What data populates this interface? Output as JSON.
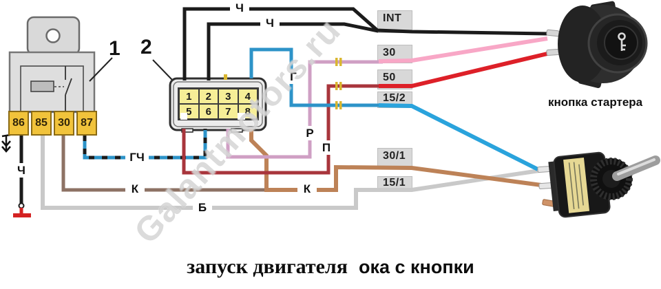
{
  "caption": {
    "part1": "запуск двигателя",
    "part2": "ока с кнопки"
  },
  "watermark": "Galantmotors.ru",
  "relay": {
    "index_label": "1",
    "pins": [
      "86",
      "85",
      "30",
      "87"
    ]
  },
  "connector": {
    "index_label": "2",
    "pins": [
      "1",
      "2",
      "3",
      "4",
      "5",
      "6",
      "7",
      "8"
    ]
  },
  "terminals": {
    "int": "INT",
    "t30": "30",
    "t50": "50",
    "t15_2": "15/2",
    "t30_1": "30/1",
    "t15_1": "15/1"
  },
  "wire_labels": {
    "black": "Ч",
    "blue_black": "ГЧ",
    "brown": "К",
    "white": "Б",
    "blue": "Г",
    "pink": "Р",
    "red": "П"
  },
  "devices": {
    "starter_button": "кнопка стартера"
  },
  "colors": {
    "black": "#1b1b1b",
    "blue": "#2d93c8",
    "light_blue": "#2aa3dc",
    "pink_pale": "#cf9fc4",
    "pink": "#f8a7c6",
    "maroon": "#a8353c",
    "red": "#dd2028",
    "brown_gray": "#8d7264",
    "brown": "#bd8257",
    "gray": "#c9c9c9",
    "yellow_splice": "#d9b62f",
    "ground_red": "#d42222",
    "relay_yellow": "#f1c33b",
    "connector_yellow": "#f6ee97",
    "terminal_gray": "#d8d8d8"
  }
}
